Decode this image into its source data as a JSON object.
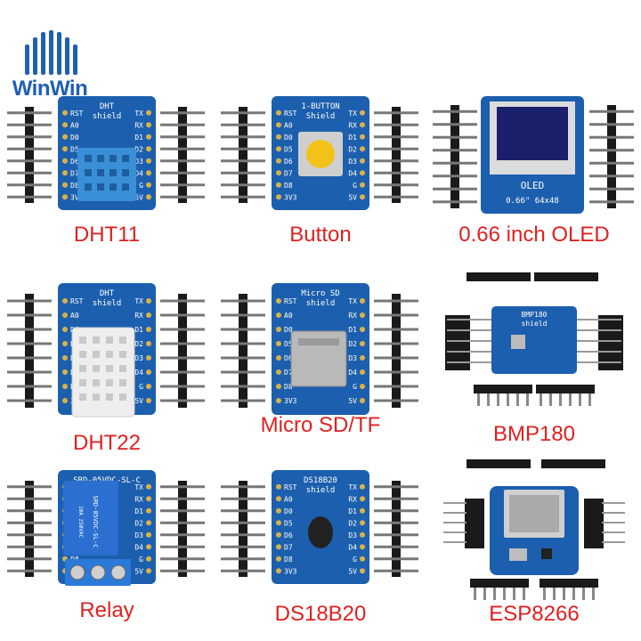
{
  "brand": {
    "name": "WinWin",
    "logo_color": "#1f5fb5"
  },
  "colors": {
    "pcb": "#1c5fae",
    "pcb_dark": "#154c8f",
    "pin_black": "#1a1a1a",
    "pin_silver": "#c8c8c8",
    "label": "#e02020",
    "sensor_blue": "#3a8fd6",
    "sensor_white": "#eeeeee",
    "oled_screen": "#1b1f6b",
    "button_yellow": "#f2c21a",
    "relay_blue": "#2b6fd1",
    "terminal_blue": "#2a7ad9"
  },
  "pin_labels_left": [
    "RST",
    "A0",
    "D0",
    "D5",
    "D6",
    "D7",
    "D8",
    "3V3"
  ],
  "pin_labels_right": [
    "TX",
    "RX",
    "D1",
    "D2",
    "D3",
    "D4",
    "G",
    "5V"
  ],
  "modules": [
    {
      "id": "dht11",
      "caption": "DHT11",
      "board_title": "DHT",
      "board_sub": "shield"
    },
    {
      "id": "button",
      "caption": "Button",
      "board_title": "1-BUTTON",
      "board_sub": "Shield"
    },
    {
      "id": "oled",
      "caption": "0.66 inch OLED",
      "board_title": "OLED",
      "board_sub": "0.66\" 64x48"
    },
    {
      "id": "dht22",
      "caption": "DHT22",
      "board_title": "DHT",
      "board_sub": "shield"
    },
    {
      "id": "microsd",
      "caption": "Micro SD/TF",
      "board_title": "Micro SD",
      "board_sub": "shield"
    },
    {
      "id": "bmp180",
      "caption": "BMP180",
      "board_title": "BMP180",
      "board_sub": "shield"
    },
    {
      "id": "relay",
      "caption": "Relay",
      "board_title": "SRD-05VDC-SL-C",
      "board_sub": "10A 250VAC"
    },
    {
      "id": "ds18b20",
      "caption": "DS18B20",
      "board_title": "DS18B20",
      "board_sub": "shield"
    },
    {
      "id": "esp8266",
      "caption": "ESP8266",
      "board_title": "",
      "board_sub": ""
    }
  ]
}
